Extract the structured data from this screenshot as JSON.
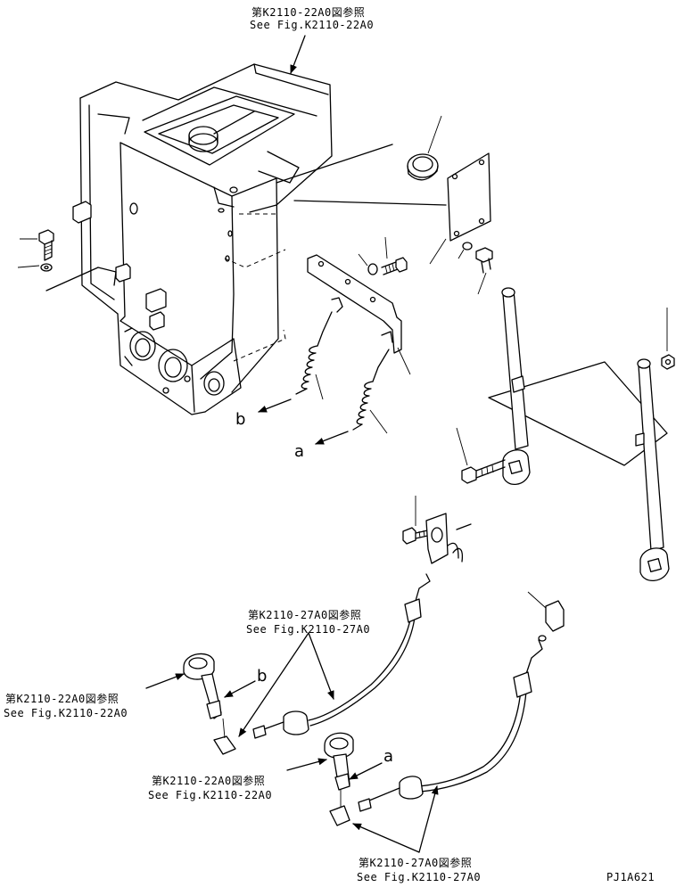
{
  "references": {
    "top_jp": "第K2110-22A0図参照",
    "top_en": "See Fig.K2110-22A0",
    "mid_jp": "第K2110-27A0図参照",
    "mid_en": "See Fig.K2110-27A0",
    "left_jp": "第K2110-22A0図参照",
    "left_en": "See Fig.K2110-22A0",
    "lowmid_jp": "第K2110-22A0図参照",
    "lowmid_en": "See Fig.K2110-22A0",
    "bottom_jp": "第K2110-27A0図参照",
    "bottom_en": "See Fig.K2110-27A0"
  },
  "markers": {
    "b_upper": "b",
    "a_upper": "a",
    "b_lower": "b",
    "a_lower": "a"
  },
  "drawing_code": "PJ1A621"
}
